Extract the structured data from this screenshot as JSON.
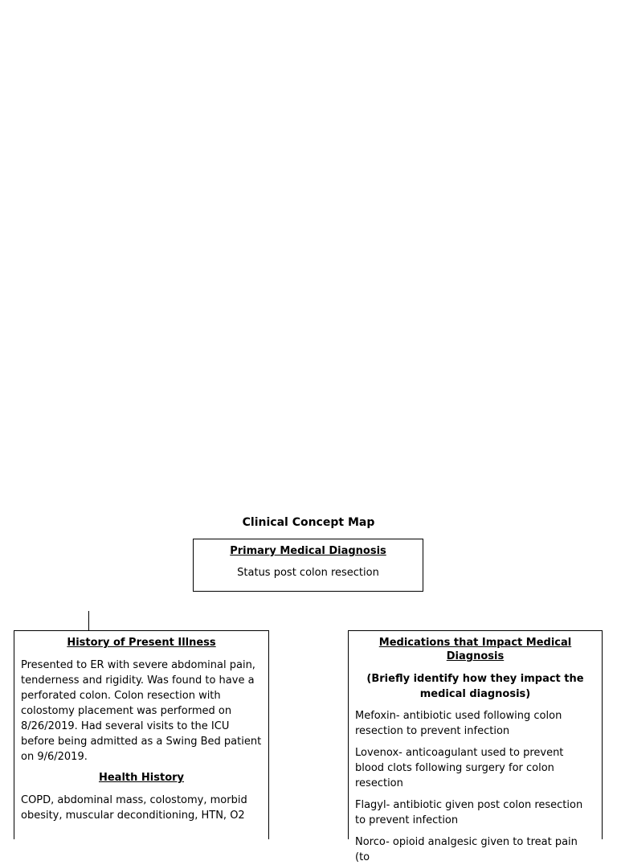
{
  "document": {
    "title": "Clinical Concept Map"
  },
  "primary": {
    "heading": "Primary Medical Diagnosis",
    "value": "Status post colon resection"
  },
  "hpi": {
    "heading": "History of Present Illness",
    "text": "Presented to ER with severe abdominal pain, tenderness and rigidity. Was found to have a perforated colon. Colon resection with colostomy placement was performed on 8/26/2019. Had several visits to the ICU before being admitted as a Swing Bed patient on 9/6/2019.",
    "health_history_heading": "Health History",
    "health_history_text": "COPD, abdominal mass, colostomy, morbid obesity, muscular deconditioning, HTN, O2"
  },
  "medications": {
    "heading": "Medications that Impact Medical Diagnosis",
    "subheading": "(Briefly identify how they impact the medical diagnosis)",
    "items": [
      "Mefoxin- antibiotic used following colon resection to prevent infection",
      "Lovenox- anticoagulant used to prevent blood clots following surgery for colon resection",
      "Flagyl- antibiotic given post colon resection to prevent infection",
      "Norco- opioid analgesic given to treat pain (to"
    ]
  }
}
